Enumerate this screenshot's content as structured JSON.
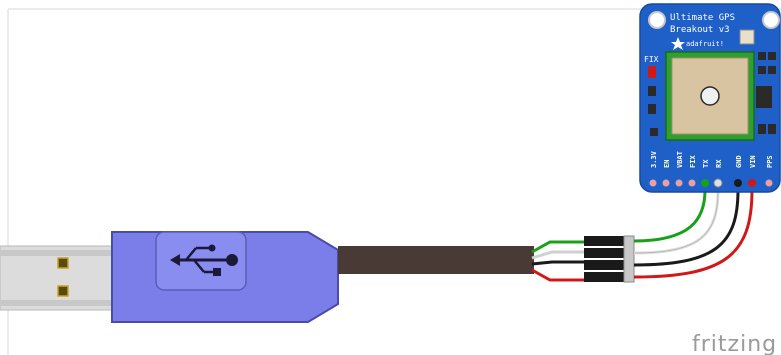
{
  "diagram": {
    "board": {
      "title_line1": "Ultimate GPS",
      "title_line2": "Breakout v3",
      "brand": "adafruit!",
      "fix_label": "FIX",
      "pins": [
        "3.3V",
        "EN",
        "VBAT",
        "FIX",
        "TX",
        "RX",
        "GND",
        "VIN",
        "PPS"
      ]
    },
    "watermark": "fritzing",
    "colors": {
      "board_blue": "#1f5fc8",
      "usb_body": "#7b7ee8",
      "cable": "#4a3a35",
      "wire_green": "#18a018",
      "wire_white": "#f0f0f0",
      "wire_black": "#1a1a1a",
      "wire_red": "#d01818"
    }
  }
}
